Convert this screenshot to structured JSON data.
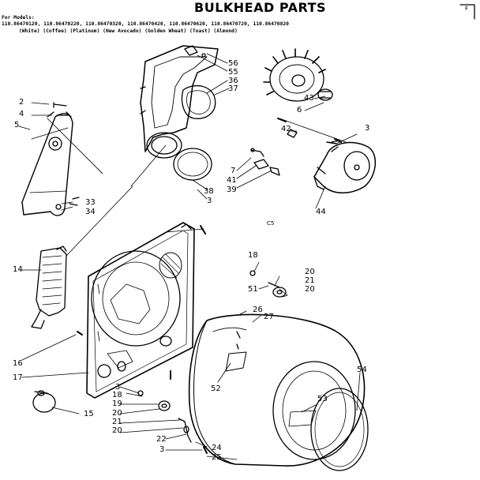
{
  "title": "BULKHEAD PARTS",
  "header": {
    "for_models": "For Models:",
    "models": "110.86470120, 110.86470220, 110.86470320, 110.86470420, 110.86470620, 110.86470720, 110.86470820",
    "colors": "(White)        (Coffee)          (Platinum)     (New  Avocado) (Golden Wheat)   (Toast)            (Almond)"
  },
  "corner_mark": "F",
  "stamp": "C5",
  "callouts": {
    "c56": "56",
    "c55": "55",
    "c36": "36",
    "c37": "37",
    "c43": "43",
    "c6": "6",
    "c42": "42",
    "c3a": "3",
    "c2": "2",
    "c4": "4",
    "c5": "5",
    "c33": "33",
    "c34": "34",
    "c38": "38",
    "c3b": "3",
    "c7": "7",
    "c41": "41",
    "c39": "39",
    "c44": "44",
    "c14": "14",
    "c18a": "18",
    "c20a": "20",
    "c21a": "21",
    "c20b": "20",
    "c51": "51",
    "c26": "26",
    "c27": "27",
    "c16": "16",
    "c17": "17",
    "c52": "52",
    "c54": "54",
    "c53": "53",
    "c15": "15",
    "c3c": "3",
    "c18b": "18",
    "c19": "19",
    "c20c": "20",
    "c21b": "21",
    "c20d": "20",
    "c22": "22",
    "c3d": "3",
    "c24": "24",
    "c25": "25"
  }
}
